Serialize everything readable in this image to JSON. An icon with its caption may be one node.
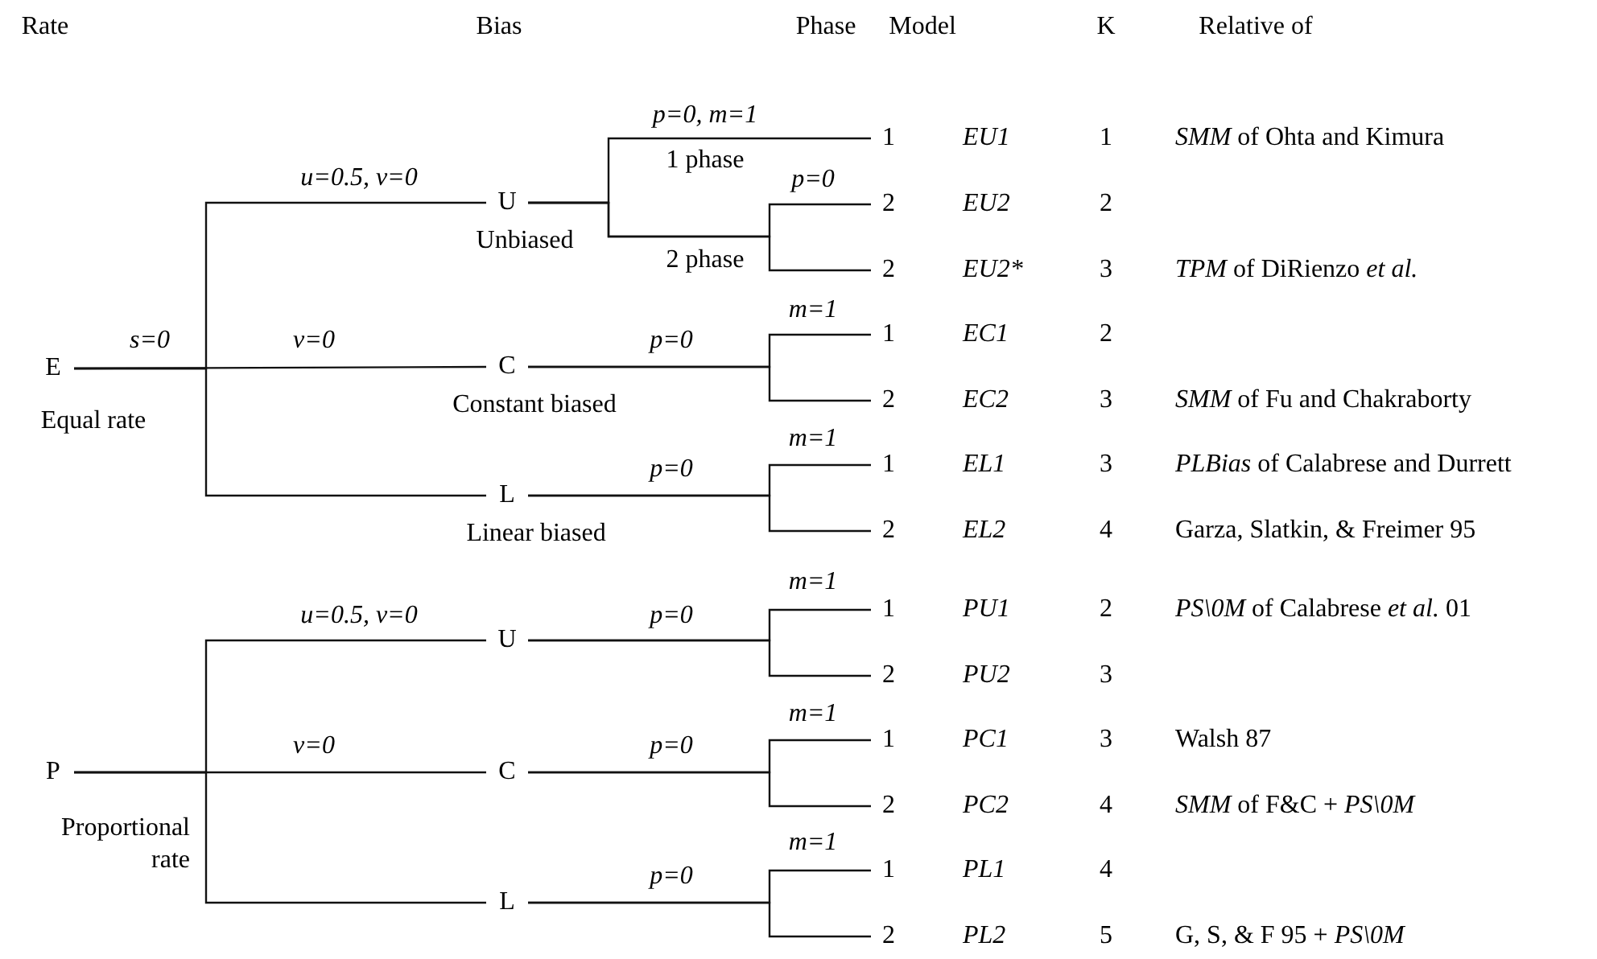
{
  "diagram": {
    "nodes": [
      {
        "text": [
          "E"
        ],
        "beside": [
          "Equal rate"
        ]
      },
      {
        "text": [
          "U"
        ],
        "beside": [
          "Unbiased"
        ]
      },
      {
        "text": [
          "C"
        ],
        "beside": [
          "Constant biased"
        ]
      },
      {
        "text": [
          "L"
        ],
        "beside": [
          "Linear biased"
        ]
      },
      {
        "text": [
          "1"
        ]
      },
      {
        "text": [
          "2"
        ]
      },
      {
        "text": [
          "2"
        ]
      },
      {
        "text": [
          "1"
        ]
      },
      {
        "text": [
          "2"
        ]
      },
      {
        "text": [
          "1"
        ]
      },
      {
        "text": [
          "2"
        ]
      },
      {
        "text": [
          "P"
        ],
        "beside": [
          "Proportional rate"
        ]
      },
      {
        "text": [
          "U"
        ]
      },
      {
        "text": [
          "C"
        ]
      },
      {
        "text": [
          "L"
        ]
      },
      {
        "text": [
          "1"
        ]
      },
      {
        "text": [
          "2"
        ]
      },
      {
        "text": [
          "1"
        ]
      },
      {
        "text": [
          "2"
        ]
      },
      {
        "text": [
          "1"
        ]
      },
      {
        "text": [
          "2"
        ]
      }
    ],
    "edges": [
      {
        "from": 0,
        "to": 1,
        "arrow": "none",
        "label": "u=0.5, v=0"
      },
      {
        "from": 0,
        "to": 2,
        "arrow": "none",
        "label": "v=0"
      },
      {
        "from": 0,
        "to": 3,
        "arrow": "none"
      },
      {
        "from": 1,
        "to": 4,
        "arrow": "none",
        "label": "p=0, m=1"
      },
      {
        "from": 1,
        "to": 5,
        "arrow": "none",
        "label": "p=0"
      },
      {
        "from": 1,
        "to": 6,
        "arrow": "none"
      },
      {
        "from": 2,
        "to": 7,
        "arrow": "none",
        "label": "m=1"
      },
      {
        "from": 2,
        "to": 8,
        "arrow": "none"
      },
      {
        "from": 3,
        "to": 9,
        "arrow": "none",
        "label": "m=1"
      },
      {
        "from": 3,
        "to": 10,
        "arrow": "none"
      },
      {
        "from": 11,
        "to": 12,
        "arrow": "none",
        "label": "u=0.5, v=0"
      },
      {
        "from": 11,
        "to": 13,
        "arrow": "none",
        "label": "v=0"
      },
      {
        "from": 11,
        "to": 14,
        "arrow": "none"
      },
      {
        "from": 12,
        "to": 15,
        "arrow": "none",
        "label": "m=1"
      },
      {
        "from": 12,
        "to": 16,
        "arrow": "none"
      },
      {
        "from": 13,
        "to": 17,
        "arrow": "none",
        "label": "m=1"
      },
      {
        "from": 13,
        "to": 18,
        "arrow": "none"
      },
      {
        "from": 14,
        "to": 19,
        "arrow": "none",
        "label": "m=1"
      },
      {
        "from": 14,
        "to": 20,
        "arrow": "none"
      }
    ],
    "labels": [
      "Rate",
      "Bias",
      "Phase",
      "Model",
      "K",
      "Relative of",
      "s=0",
      "1 phase",
      "2 phase",
      "p=0",
      "p=0",
      "p=0",
      "p=0",
      "p=0",
      "EU1",
      "1",
      "*SMM* of Ohta and Kimura",
      "EU2",
      "2",
      "EU2*",
      "3",
      "*TPM* of DiRienzo *et al.*",
      "EC1",
      "2",
      "EC2",
      "3",
      "*SMM* of Fu and Chakraborty",
      "EL1",
      "3",
      "*PLBias* of Calabrese and Durrett",
      "EL2",
      "4",
      "Garza, Slatkin, & Freimer 95",
      "PU1",
      "2",
      "*PS\\0M* of Calabrese *et al.* 01",
      "PU2",
      "3",
      "PC1",
      "3",
      "Walsh 87",
      "PC2",
      "4",
      "*SMM* of F&C + *PS\\0M*",
      "PL1",
      "4",
      "PL2",
      "5",
      "G, S, & F 95 + *PS\\0M*"
    ]
  }
}
